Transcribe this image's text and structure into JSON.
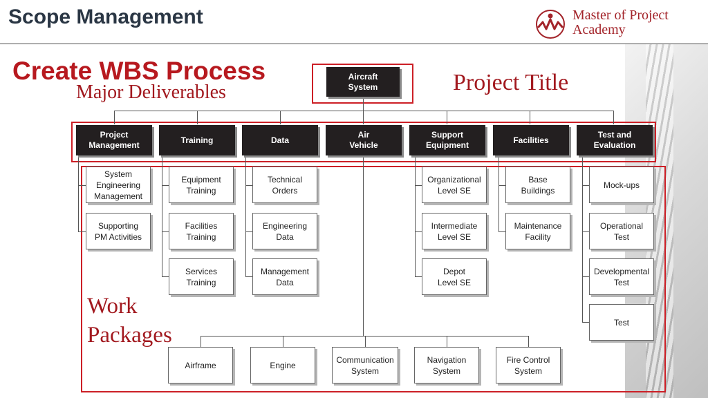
{
  "header": {
    "title": "Scope Management",
    "logo_text": [
      "Master of Project",
      "Academy"
    ],
    "logo_icon": "mpa-logo-icon"
  },
  "slide": {
    "title": "Create WBS Process",
    "subtitle": "Major Deliverables",
    "label_project_title": "Project Title",
    "label_work_packages": "Work Packages"
  },
  "colors": {
    "title_dark": "#2a3644",
    "accent_red": "#b7191f",
    "box_dark": "#231f20"
  },
  "wbs": {
    "root": "Aircraft System",
    "deliverables": [
      {
        "label": "Project Management",
        "packages": [
          "System Engineering Management",
          "Supporting PM Activities"
        ]
      },
      {
        "label": "Training",
        "packages": [
          "Equipment Training",
          "Facilities Training",
          "Services Training"
        ]
      },
      {
        "label": "Data",
        "packages": [
          "Technical Orders",
          "Engineering Data",
          "Management Data"
        ]
      },
      {
        "label": "Air Vehicle",
        "packages": [
          "Airframe",
          "Engine",
          "Communication System",
          "Navigation System",
          "Fire Control System"
        ]
      },
      {
        "label": "Support Equipment",
        "packages": [
          "Organizational Level SE",
          "Intermediate Level SE",
          "Depot Level SE"
        ]
      },
      {
        "label": "Facilities",
        "packages": [
          "Base Buildings",
          "Maintenance Facility"
        ]
      },
      {
        "label": "Test and Evaluation",
        "packages": [
          "Mock-ups",
          "Operational Test",
          "Developmental Test",
          "Test"
        ]
      }
    ]
  }
}
